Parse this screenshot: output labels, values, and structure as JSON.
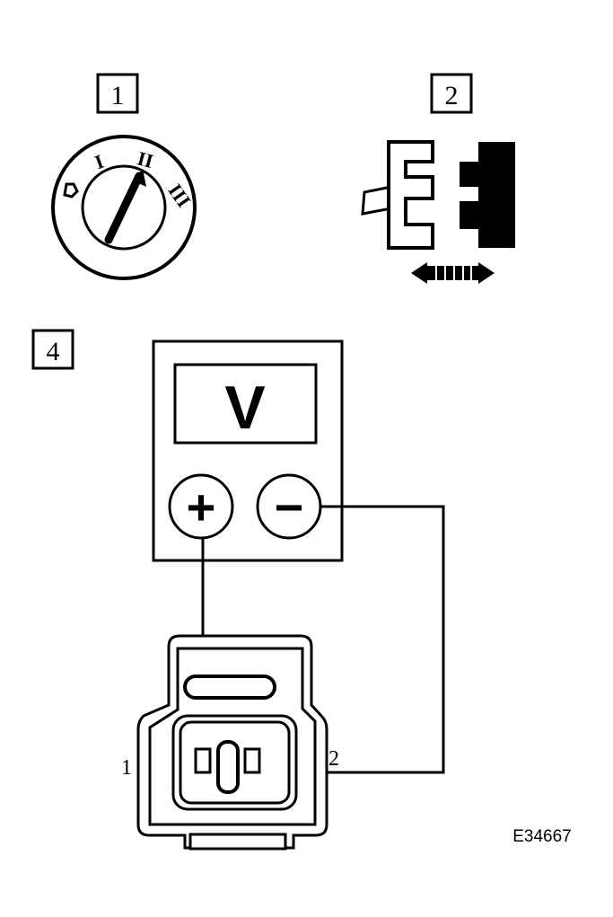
{
  "steps": {
    "ignition": {
      "label": "1"
    },
    "connector": {
      "label": "2"
    },
    "measure": {
      "label": "4"
    }
  },
  "ignition_switch": {
    "positions": [
      "0",
      "I",
      "II",
      "III"
    ],
    "icon": "ignition-key-icon"
  },
  "voltmeter": {
    "display": "V",
    "positive": "+",
    "negative": "−"
  },
  "connector_pins": {
    "pin1": "1",
    "pin2": "2"
  },
  "figure_code": "E34667",
  "colors": {
    "ink": "#000000",
    "paper": "#ffffff"
  }
}
